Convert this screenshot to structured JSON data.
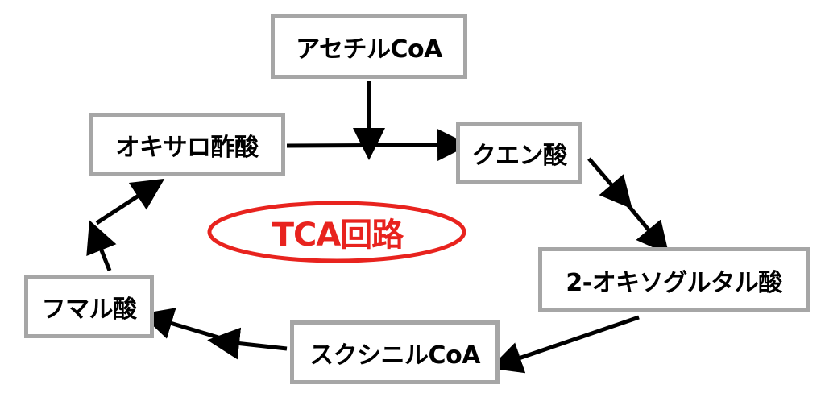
{
  "diagram": {
    "nodes": {
      "acetyl_coa": "アセチルCoA",
      "oxaloacetate": "オキサロ酢酸",
      "citrate": "クエン酸",
      "oxoglutarate": "2-オキソグルタル酸",
      "succinyl_coa": "スクシニルCoA",
      "fumarate": "フマル酸"
    },
    "title": "TCA回路"
  },
  "colors": {
    "node_border": "#a6a6a6",
    "arrow": "#000000",
    "title": "#e8231e",
    "ellipse": "#e8231e"
  }
}
